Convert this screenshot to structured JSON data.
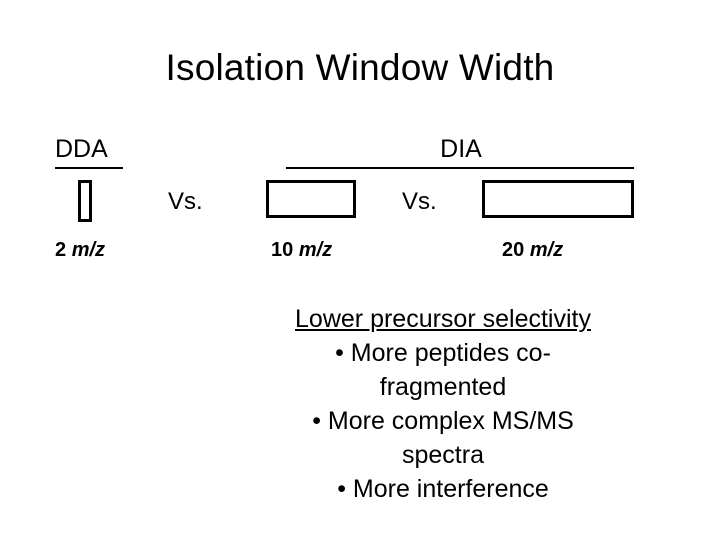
{
  "slide": {
    "title": "Isolation Window Width",
    "left_group": {
      "label": "DDA",
      "window_caption": "2 m/z",
      "window_caption_number": "2",
      "window_caption_unit": "m/z"
    },
    "separator_1": "Vs.",
    "middle_group": {
      "label": "DIA",
      "window_caption_number": "10",
      "window_caption_unit": "m/z"
    },
    "separator_2": "Vs.",
    "right_group": {
      "window_caption_number": "20",
      "window_caption_unit": "m/z"
    },
    "notes": {
      "heading": "Lower precursor selectivity",
      "items": [
        {
          "line1": "• More peptides co-",
          "line2": "fragmented"
        },
        {
          "line1": "• More complex MS/MS",
          "line2": "spectra"
        },
        {
          "line1": "• More interference",
          "line2": ""
        }
      ]
    },
    "colors": {
      "background": "#ffffff",
      "text": "#000000",
      "outline": "#000000"
    }
  }
}
